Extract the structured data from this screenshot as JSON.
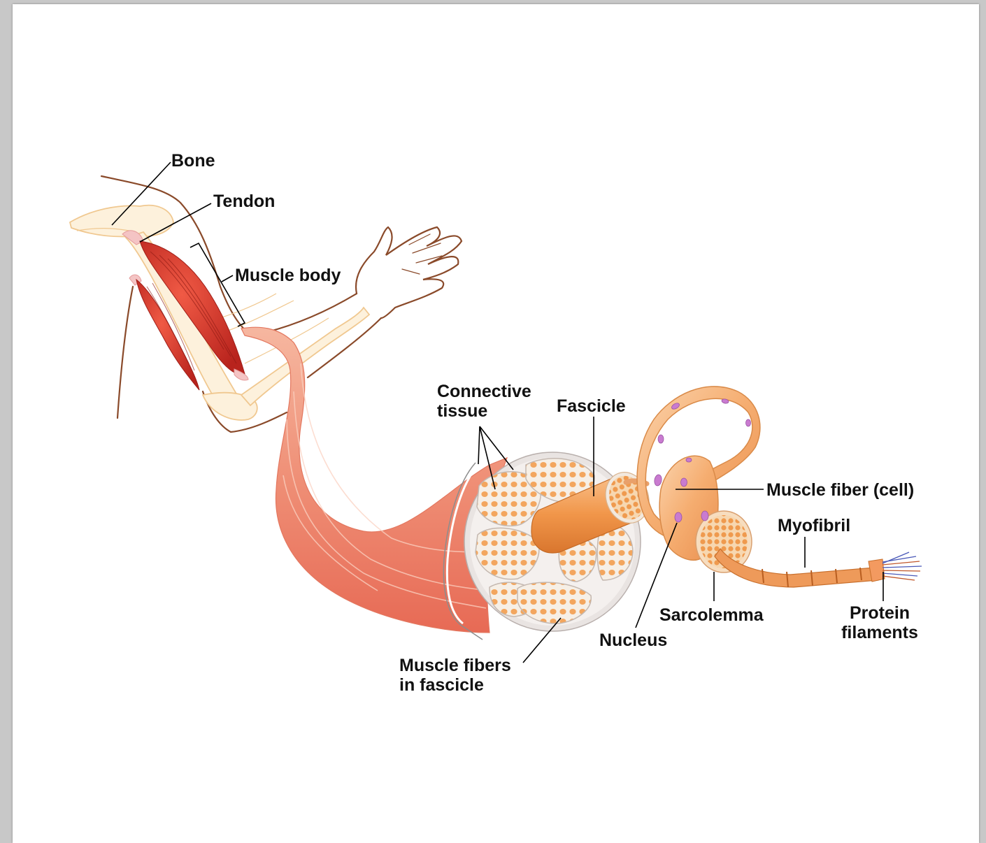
{
  "labels": {
    "bone": "Bone",
    "tendon": "Tendon",
    "muscle_body": "Muscle body",
    "connective_tissue": [
      "Connective",
      "tissue"
    ],
    "fascicle": "Fascicle",
    "muscle_fiber": "Muscle fiber (cell)",
    "myofibril": "Myofibril",
    "sarcolemma": "Sarcolemma",
    "nucleus": "Nucleus",
    "protein_filaments": [
      "Protein",
      "filaments"
    ],
    "muscle_fibers_in_fascicle": [
      "Muscle fibers",
      "in fascicle"
    ]
  },
  "colors": {
    "page": "#ffffff",
    "frame": "#c8c8c8",
    "arm_outline": "#8a4a2a",
    "bone": "#fde8c6",
    "muscle_red": "#d9352b",
    "muscle_light": "#f2a58c",
    "fiber_orange": "#f3a25a",
    "nucleus": "#c97bd0",
    "label_text": "#111111"
  }
}
